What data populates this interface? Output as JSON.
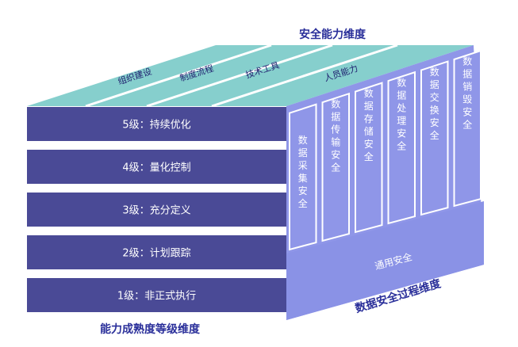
{
  "dimension_titles": {
    "capability": "安全能力维度",
    "maturity": "能力成熟度等级维度",
    "process": "数据安全过程维度"
  },
  "capability_items": [
    "组织建设",
    "制度流程",
    "技术工具",
    "人员能力"
  ],
  "levels": [
    "5级：持续优化",
    "4级：量化控制",
    "3级：充分定义",
    "2级：计划跟踪",
    "1级：非正式执行"
  ],
  "process_stages": [
    "数据采集安全",
    "数据传输安全",
    "数据存储安全",
    "数据处理安全",
    "数据交换安全",
    "数据销毁安全"
  ],
  "general_security": "通用安全",
  "colors": {
    "level_fill": "#4a4a96",
    "top_face": "#86cfcd",
    "top_text": "#1e1e6e",
    "title_text": "#2a2f9a",
    "side_face": "#8f96e8",
    "column_edge": "#ffffff"
  }
}
